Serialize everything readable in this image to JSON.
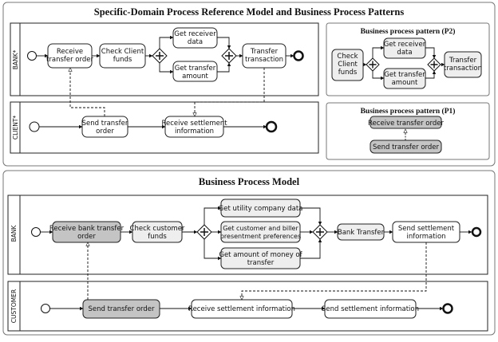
{
  "top": {
    "title": "Specific-Domain Process Reference Model and Business Process Patterns",
    "lanes": {
      "bank": "BANK*",
      "client": "CLIENT*"
    },
    "bank_tasks": {
      "receive_transfer_order": [
        "Receive",
        "transfer order"
      ],
      "check_client_funds": [
        "Check Client",
        "funds"
      ],
      "get_receiver_data": [
        "Get receiver",
        "data"
      ],
      "get_transfer_amount": [
        "Get transfer",
        "amount"
      ],
      "transfer_transaction": [
        "Transfer",
        "transaction"
      ]
    },
    "client_tasks": {
      "send_transfer_order": [
        "Send transfer",
        "order"
      ],
      "receive_settlement_information": [
        "Receive settlement",
        "information"
      ]
    }
  },
  "pattern_p2": {
    "title": "Business process pattern (P2)",
    "tasks": {
      "check_client_funds": [
        "Check",
        "Client",
        "funds"
      ],
      "get_receiver_data": [
        "Get receiver",
        "data"
      ],
      "get_transfer_amount": [
        "Get transfer",
        "amount"
      ],
      "transfer_transaction": [
        "Transfer",
        "transaction"
      ]
    }
  },
  "pattern_p1": {
    "title": "Business process pattern (P1)",
    "tasks": {
      "receive_transfer_order": "Receive transfer order",
      "send_transfer_order": "Send transfer order"
    }
  },
  "bottom": {
    "title": "Business Process Model",
    "lanes": {
      "bank": "BANK",
      "customer": "CUSTOMER"
    },
    "bank_tasks": {
      "receive_bank_transfer_order": [
        "Receive bank transfer",
        "order"
      ],
      "check_customer_funds": [
        "Check customer",
        "funds"
      ],
      "get_utility_company_data": [
        "Get utility company data"
      ],
      "get_customer_biller_preferences": [
        "Get customer and biller",
        "presentment preferences"
      ],
      "get_amount_of_money_of_transfer": [
        "Get amount of money of",
        "transfer"
      ],
      "bank_transfer": [
        "Bank Transfer"
      ],
      "send_settlement_information": [
        "Send settlement",
        "information"
      ]
    },
    "customer_tasks": {
      "send_transfer_order": "Send transfer order",
      "receive_settlement_information": "Receive settlement information",
      "send_settlement_information": "Send settlement information"
    }
  },
  "colors": {
    "shaded_task": "#c4c4c4",
    "light_task": "#eeeeee",
    "panel_border": "#777777"
  }
}
